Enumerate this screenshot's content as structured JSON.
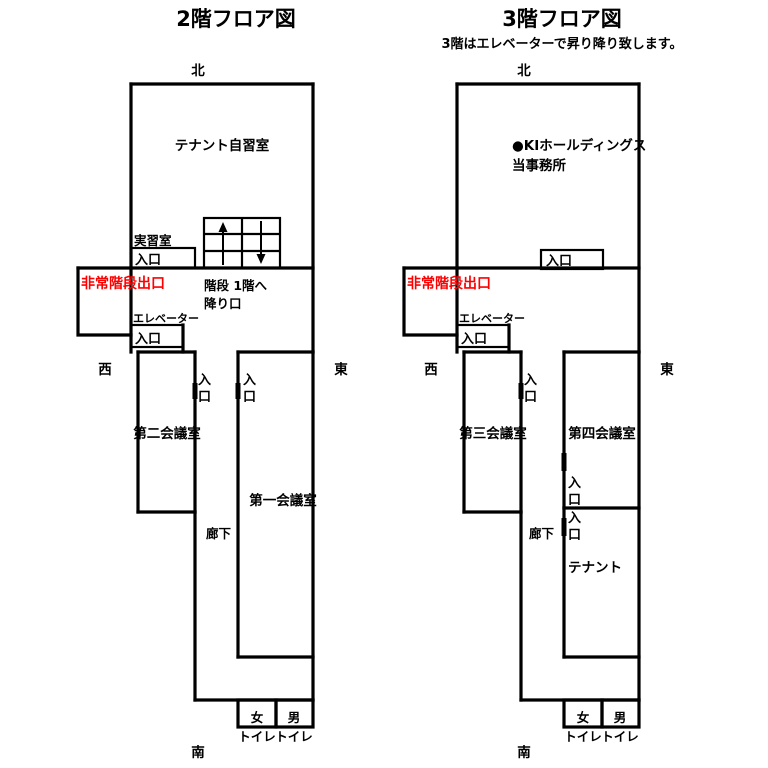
{
  "page": {
    "background": "#ffffff",
    "wall_color": "#000000",
    "emergency_color": "#ff0000"
  },
  "floor2": {
    "title": "2階フロア図",
    "compass": {
      "north": "北",
      "south": "南",
      "east": "東",
      "west": "西"
    },
    "rooms": {
      "tenant_study": "テナント自習室",
      "practice_room": "実習室",
      "meeting_room_2": "第二会議室",
      "meeting_room_1": "第一会議室",
      "corridor": "廊下"
    },
    "labels": {
      "emergency_exit": "非常階段出口",
      "elevator": "エレベーター",
      "stairs_line1": "階段 1階へ",
      "stairs_line2": "降り口",
      "entrance": "入口",
      "entrance_vertical_top": "入",
      "entrance_vertical_bottom": "口"
    },
    "toilets": [
      {
        "sign": "女",
        "label": "トイレ"
      },
      {
        "sign": "男",
        "label": "トイレ"
      }
    ]
  },
  "floor3": {
    "title": "3階フロア図",
    "subtitle": "3階はエレベーターで昇り降り致します。",
    "compass": {
      "north": "北",
      "south": "南",
      "east": "東",
      "west": "西"
    },
    "rooms": {
      "office_line1": "●KIホールディングス",
      "office_line2": "当事務所",
      "meeting_room_3": "第三会議室",
      "meeting_room_4": "第四会議室",
      "tenant": "テナント",
      "corridor": "廊下"
    },
    "labels": {
      "emergency_exit": "非常階段出口",
      "elevator": "エレベーター",
      "entrance": "入口",
      "entrance_vertical_top": "入",
      "entrance_vertical_bottom": "口"
    },
    "toilets": [
      {
        "sign": "女",
        "label": "トイレ"
      },
      {
        "sign": "男",
        "label": "トイレ"
      }
    ]
  }
}
